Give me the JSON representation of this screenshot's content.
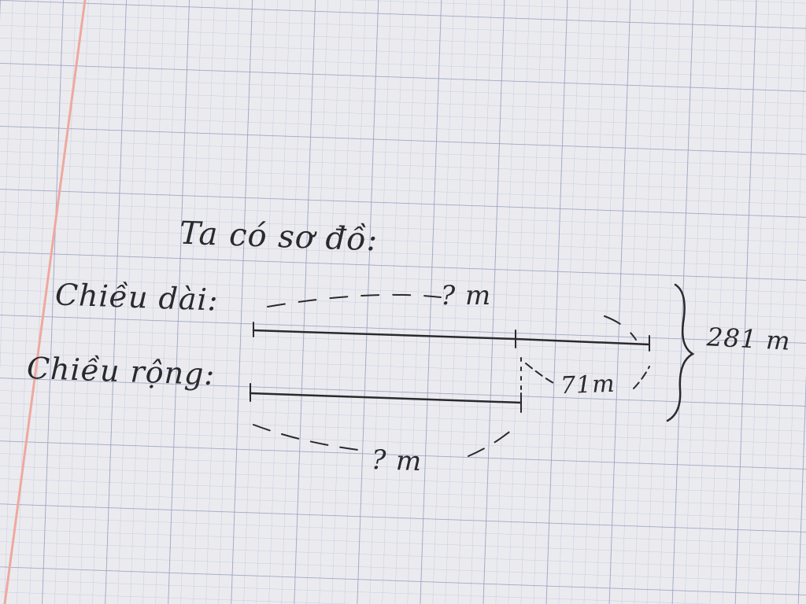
{
  "note": {
    "title": "Ta có sơ đồ:",
    "label_long": "Chiều dài:",
    "label_wide": "Chiều rộng:",
    "unknown_long": "? m",
    "difference": "71m",
    "total": "281 m",
    "unknown_wide": "? m"
  },
  "colors": {
    "paper": "#ebebef",
    "grid_minor": "#c6cbe0",
    "grid_major": "#98a0c2",
    "margin_line": "#eea99f",
    "ink": "#2a2a2e"
  }
}
